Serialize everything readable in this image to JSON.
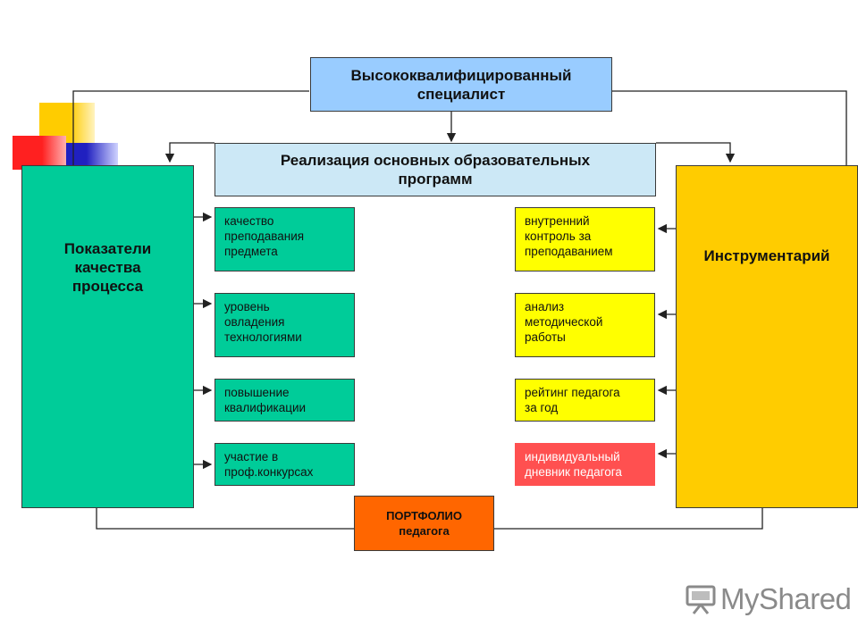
{
  "colors": {
    "top": "#99ccff",
    "programs": "#cce8f6",
    "indicators": "#00cc99",
    "instruments": "#ffcc00",
    "tools": "#ffff00",
    "diary": "#ff5050",
    "portfolio": "#ff6600"
  },
  "top_box": {
    "label": "Высококвалифицированный\nспециалист"
  },
  "programs_box": {
    "label": "Реализация основных образовательных\nпрограмм"
  },
  "indicators_box": {
    "label": "Показатели\nкачества\nпроцесса"
  },
  "instruments_box": {
    "label": "Инструментарий"
  },
  "indicator_items": [
    "качество\nпреподавания\nпредмета",
    "уровень\nовладения\nтехнологиями",
    "повышение\nквалификации",
    "участие в\nпроф.конкурсах"
  ],
  "tool_items": [
    "внутренний\nконтроль за\nпреподаванием",
    "анализ\nметодической\nработы",
    "рейтинг педагога\nза год",
    "индивидуальный\nдневник педагога"
  ],
  "portfolio_box": {
    "label": "ПОРТФОЛИО\nпедагога"
  },
  "watermark": {
    "text": "MyShared",
    "icon": "projector-icon"
  }
}
